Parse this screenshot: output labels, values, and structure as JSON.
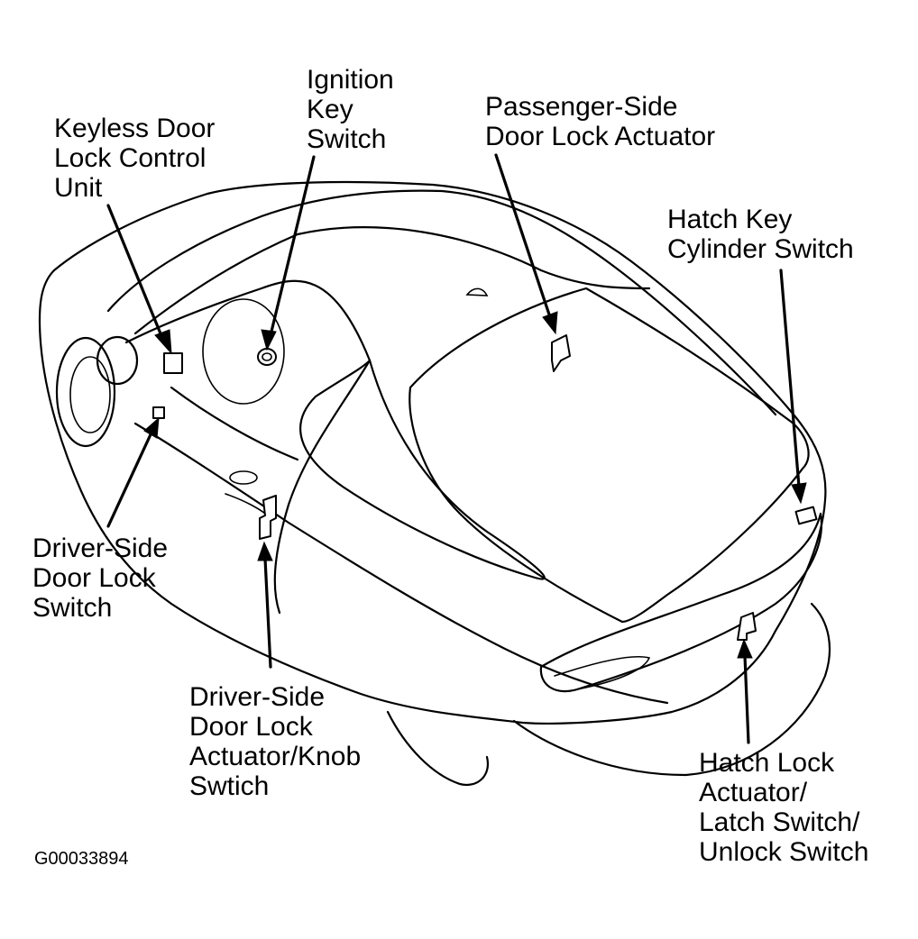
{
  "labels": {
    "keyless_control_unit": [
      "Keyless Door",
      "Lock Control",
      "Unit"
    ],
    "ignition_key_switch": [
      "Ignition",
      "Key",
      "Switch"
    ],
    "passenger_actuator": [
      "Passenger-Side",
      "Door Lock Actuator"
    ],
    "hatch_key_cylinder": [
      "Hatch Key",
      "Cylinder Switch"
    ],
    "driver_lock_switch": [
      "Driver-Side",
      "Door Lock",
      "Switch"
    ],
    "driver_actuator_knob": [
      "Driver-Side",
      "Door Lock",
      "Actuator/Knob",
      "Swtich"
    ],
    "hatch_lock_actuator": [
      "Hatch Lock",
      "Actuator/",
      "Latch Switch/",
      "Unlock Switch"
    ]
  },
  "figure_id": "G00033894"
}
